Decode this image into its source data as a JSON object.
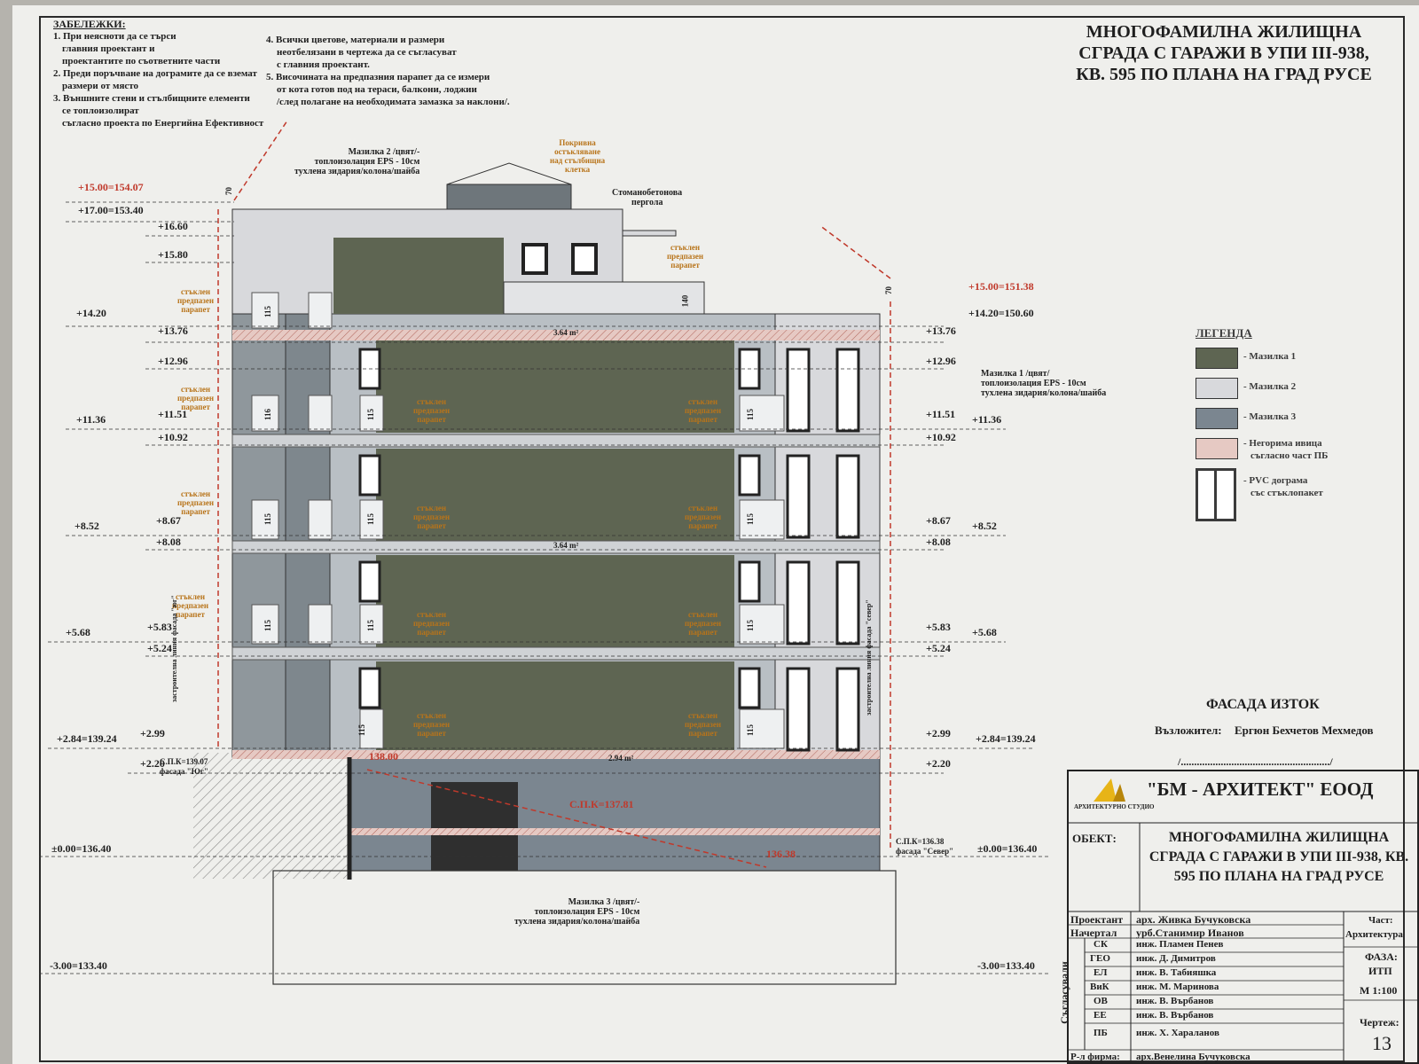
{
  "notes": {
    "heading": "ЗАБЕЛЕЖКИ:",
    "col1": [
      "1. При неясноти да се търси",
      "главния проектант и",
      "проектантите по съответните части",
      "2. Преди поръчване на дограмите да се вземат",
      "размери от място",
      "3. Външните стени и стълбищните елементи",
      "се топлоизолират",
      "съгласно проекта по Енергийна Ефективност"
    ],
    "col2": [
      "4. Всички цветове, материали и размери",
      "неотбелязани в чертежа да се съгласуват",
      "с главния проектант.",
      "5. Височината на предпазния парапет да се измери",
      "от кота готов под на тераси, балкони, лоджии",
      "/след полагане на необходимата замазка за наклони/."
    ]
  },
  "main_title": "МНОГОФАМИЛНА ЖИЛИЩНА СГРАДА С ГАРАЖИ В УПИ III-938, КВ. 595 ПО ПЛАНА НА ГРАД РУСЕ",
  "levels_left": [
    {
      "label": "+15.00=154.07",
      "red": true
    },
    {
      "label": "+17.00=153.40"
    },
    {
      "label": "+16.60"
    },
    {
      "label": "+15.80"
    },
    {
      "label": "+14.20"
    },
    {
      "label": "+13.76"
    },
    {
      "label": "+12.96"
    },
    {
      "label": "+11.36"
    },
    {
      "label": "+11.51"
    },
    {
      "label": "+10.92"
    },
    {
      "label": "+8.52"
    },
    {
      "label": "+8.67"
    },
    {
      "label": "+8.08"
    },
    {
      "label": "+5.68"
    },
    {
      "label": "+5.83"
    },
    {
      "label": "+5.24"
    },
    {
      "label": "+2.84=139.24"
    },
    {
      "label": "+2.99"
    },
    {
      "label": "+2.20"
    },
    {
      "label": "±0.00=136.40"
    },
    {
      "label": "-3.00=133.40"
    }
  ],
  "levels_right": [
    {
      "label": "+15.00=151.38",
      "red": true
    },
    {
      "label": "+14.20=150.60"
    },
    {
      "label": "+13.76"
    },
    {
      "label": "+12.96"
    },
    {
      "label": "+11.51"
    },
    {
      "label": "+11.36"
    },
    {
      "label": "+10.92"
    },
    {
      "label": "+8.67"
    },
    {
      "label": "+8.52"
    },
    {
      "label": "+8.08"
    },
    {
      "label": "+5.83"
    },
    {
      "label": "+5.68"
    },
    {
      "label": "+5.24"
    },
    {
      "label": "+2.99"
    },
    {
      "label": "+2.84=139.24"
    },
    {
      "label": "+2.20"
    },
    {
      "label": "±0.00=136.40"
    },
    {
      "label": "-3.00=133.40"
    }
  ],
  "annotations": {
    "mazilka2": [
      "Мазилка 2 /цвят/-",
      "топлоизолация EPS - 10см",
      "тухлена зидария/колона/шайба"
    ],
    "mazilka1": [
      "Мазилка 1 /цвят/",
      "топлоизолация EPS - 10см",
      "тухлена зидария/колона/шайба"
    ],
    "mazilka3": [
      "Мазилка 3 /цвят/-",
      "топлоизолация EPS - 10см",
      "тухлена зидария/колона/шайба"
    ],
    "roof": [
      "Покривна",
      "остъкляване",
      "над стълбищна",
      "клетка"
    ],
    "pergola": [
      "Стоманобетонова",
      "пергола"
    ],
    "parapet": [
      "стъклен",
      "предпазен",
      "парапет"
    ],
    "area1": "3.64 m²",
    "area2": "3.64 m²",
    "area3": "2.94 m²",
    "spk_south": [
      "С.П.К=139.07",
      "фасада \"Юг\""
    ],
    "spk_north": [
      "С.П.К=136.38",
      "фасада \"Север\""
    ],
    "spk_mid": "С.П.К=137.81",
    "spk_red_top": "138.00",
    "spk_red_bottom": "136.38",
    "dim_70": "70",
    "dim_115": "115",
    "dim_116": "116",
    "dim_140": "140",
    "zastr_left": "застроителна линия фасада \"юг\"",
    "zastr_right": "застроителна линия фасада \"север\""
  },
  "legend": {
    "heading": "ЛЕГЕНДА",
    "items": [
      {
        "label": "- Мазилка 1",
        "color": "#5e6552"
      },
      {
        "label": "- Мазилка 2",
        "color": "#d8d9dc"
      },
      {
        "label": "- Мазилка 3",
        "color": "#7b8690"
      },
      {
        "label": "- Негорима ивица",
        "label2": "съгласно част ПБ",
        "color": "#d9a9a2"
      },
      {
        "label": "- PVC дограма",
        "label2": "със стъклопакет",
        "color": "#ffffff"
      }
    ]
  },
  "facade": {
    "name": "ФАСАДА ИЗТОК",
    "client_label": "Възложител:",
    "client_name": "Ергюн Бехчетов Мехмедов",
    "signature_line": "/......................................................../"
  },
  "titleblock": {
    "studio_small": "АРХИТЕКТУРНО СТУДИО",
    "company": "\"БМ - АРХИТЕКТ\" ЕООД",
    "object_label": "ОБЕКТ:",
    "object_text": "МНОГОФАМИЛНА ЖИЛИЩНА СГРАДА С ГАРАЖИ В УПИ III-938, КВ. 595 ПО ПЛАНА НА ГРАД РУСЕ",
    "designer_label": "Проектант",
    "designer": "арх. Живка Бучуковска",
    "drawn_label": "Начертал",
    "drawn": "урб.Станимир Иванов",
    "agreed": "Съгласували",
    "rows": [
      {
        "code": "СК",
        "name": "инж. Пламен Пенев"
      },
      {
        "code": "ГЕО",
        "name": "инж. Д. Димитров"
      },
      {
        "code": "ЕЛ",
        "name": "инж. В. Табияшка"
      },
      {
        "code": "ВиК",
        "name": "инж. М. Маринова"
      },
      {
        "code": "ОВ",
        "name": "инж. В. Върбанов"
      },
      {
        "code": "ЕЕ",
        "name": "инж. В. Върбанов"
      },
      {
        "code": "ПБ",
        "name": "инж. Х. Хараланов"
      }
    ],
    "firm_label": "Р-л фирма:",
    "firm": "арх.Венелина Бучуковска",
    "part_label": "Част:",
    "part": "Архитектура",
    "phase_label": "ФАЗА:",
    "phase": "ИТП",
    "scale": "М 1:100",
    "drawing_label": "Чертеж:",
    "drawing": "13"
  },
  "colors": {
    "mazilka1": "#5e6552",
    "mazilka2": "#d8d9dc",
    "mazilka3": "#7b8690",
    "red": "#c0392b",
    "orange": "#b8741a"
  }
}
